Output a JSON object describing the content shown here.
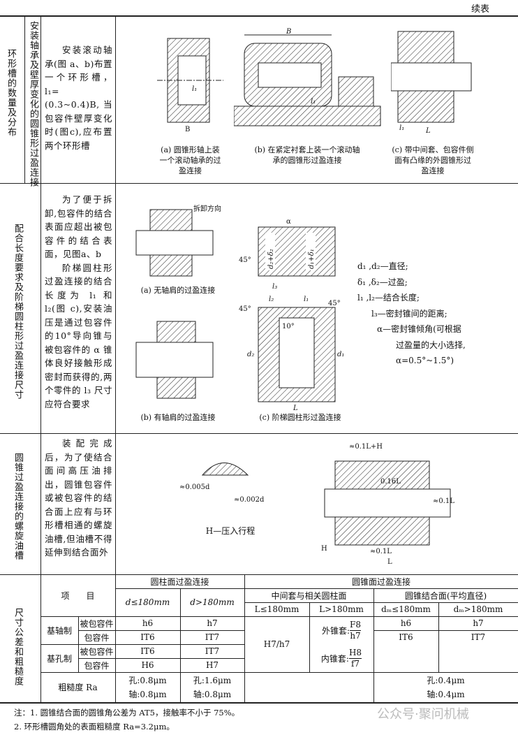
{
  "header": {
    "continued": "续表"
  },
  "row1": {
    "label": "环形槽的数量及分布",
    "sublabel": "安装轴承及壁厚变化的圆锥形过盈连接",
    "text": "安装滚动轴承(图 a、b)布置一个环形槽，l₁=(0.3~0.4)B,当包容件壁厚变化时(图c),应布置两个环形槽",
    "figs": [
      {
        "caption": "(a) 圆锥形轴上装一个滚动轴承的过盈连接",
        "labels": [
          "B",
          "l₁"
        ]
      },
      {
        "caption": "(b) 在紧定衬套上装一个滚动轴承的圆锥形过盈连接",
        "labels": [
          "B",
          "l₁"
        ]
      },
      {
        "caption": "(c) 带中间套、包容件侧面有凸缘的外圆锥形过盈连接",
        "labels": [
          "l₁",
          "L"
        ]
      }
    ]
  },
  "row2": {
    "label": "配合长度要求及阶梯圆柱形过盈连接尺寸",
    "text1": "为了便于拆卸,包容件的结合表面应超出被包容件的结合表面，见图a、b",
    "text2": "阶梯圆柱形过盈连接的结合长度为 l₁ 和 l₂(图 c),安装油压是通过包容件的10°导向锥与被包容件的 α 锥体良好接触形成密封而获得的,两个零件的 l₃ 尺寸应符合要求",
    "figs": [
      {
        "caption": "(a) 无轴肩的过盈连接",
        "labels": [
          "拆卸方向"
        ]
      },
      {
        "caption": "(b) 有轴肩的过盈连接"
      },
      {
        "caption": "(c) 阶梯圆柱形过盈连接",
        "labels": [
          "α",
          "45°",
          "d₂+δ₂",
          "d₁+δ₁",
          "l₃",
          "l₂",
          "l₁",
          "10°",
          "d₂",
          "d₁",
          "L"
        ]
      }
    ],
    "legend": [
      "d₁ ,d₂—直径;",
      "δ₁ ,δ₂—过盈;",
      "l₁ ,l₂—结合长度;",
      "l₃—密封锥间的距离;",
      "α—密封锥倾角(可根据",
      "过盈量的大小选择,",
      "α=0.5°~1.5°)"
    ]
  },
  "row3": {
    "label": "圆锥过盈连接的螺旋油槽",
    "text": "装配完成后，为了使结合面间高压油排出，圆锥包容件或被包容件的结合面上应有与环形槽相通的螺旋油槽,但油槽不得延伸到结合面外",
    "fig1": {
      "labels": [
        "≈0.005d",
        "≈0.002d"
      ],
      "caption": "H—压入行程"
    },
    "fig2": {
      "labels": [
        "≈0.1L+H",
        "0.16L",
        "≈0.1L",
        "H",
        "≈0.1L",
        "L"
      ]
    }
  },
  "table": {
    "label": "尺寸公差和粗糙度",
    "item": "项　　目",
    "cyl": "圆柱面过盈连接",
    "cone": "圆锥面过盈连接",
    "cyl_a": "d≤180mm",
    "cyl_b": "d>180mm",
    "mid": "中间套与相关圆柱面",
    "conesurf": "圆锥结合面(平均直径)",
    "mid_a": "L≤180mm",
    "mid_b": "L>180mm",
    "cs_a": "dₘ≤180mm",
    "cs_b": "dₘ>180mm",
    "shaft_basis": "基轴制",
    "hole_basis": "基孔制",
    "inner": "被包容件",
    "outer": "包容件",
    "r1": [
      "h6",
      "h7",
      "h6",
      "h7"
    ],
    "r2": [
      "IT6",
      "IT7",
      "IT6",
      "IT7"
    ],
    "r3": [
      "IT6",
      "IT7"
    ],
    "r4": [
      "H6",
      "H7"
    ],
    "mid_val": "H7/h7",
    "outer_sleeve": "外锥套:",
    "outer_num": "F8",
    "outer_den": "h7",
    "inner_sleeve": "内锥套:",
    "inner_num": "H8",
    "inner_den": "f7",
    "rough": "粗糙度 Ra",
    "rough_a": [
      "孔:0.8μm",
      "轴:0.8μm"
    ],
    "rough_b": [
      "孔:1.6μm",
      "轴:0.8μm"
    ],
    "rough_c": [
      "孔:0.4μm",
      "轴:0.4μm"
    ]
  },
  "notes": [
    "注：1. 圆锥结合面的圆锥角公差为 AT5，接触率不小于 75%。",
    "2. 环形槽圆角处的表面粗糙度 Ra=3.2μm。"
  ],
  "watermark": "公众号·聚问机械"
}
